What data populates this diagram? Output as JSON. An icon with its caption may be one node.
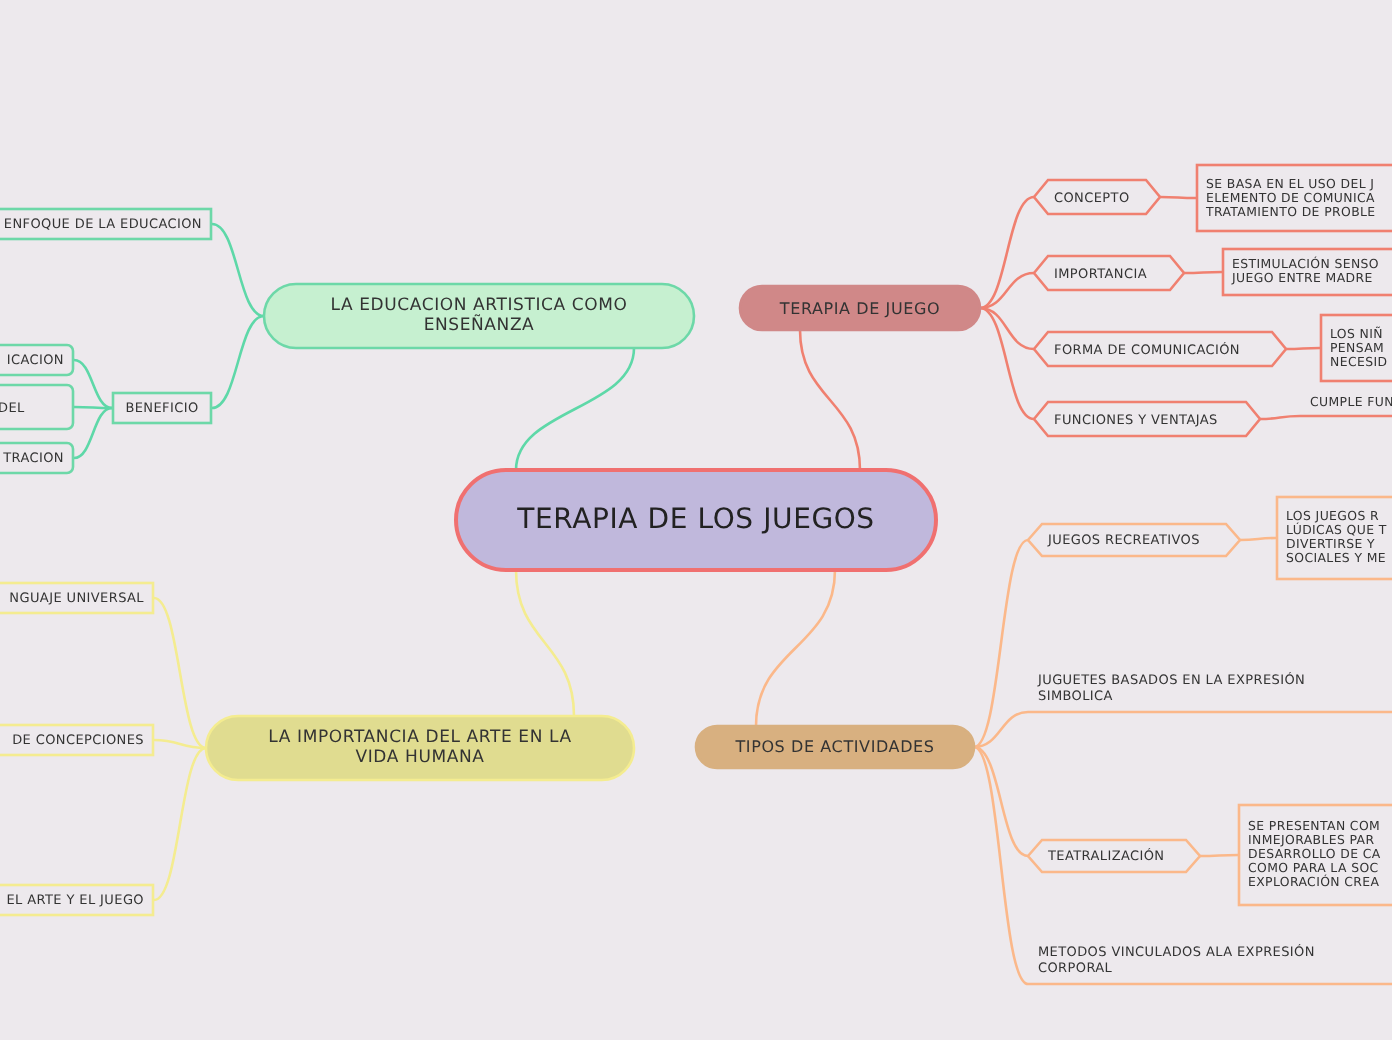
{
  "diagram": {
    "nodes": [
      {
        "text": [
          "TERAPIA DE LOS JUEGOS"
        ]
      },
      {
        "text": [
          "LA EDUCACION ARTISTICA COMO ENSEÑANZA"
        ]
      },
      {
        "text": [
          "ENFOQUE DE LA EDUCACION"
        ]
      },
      {
        "text": [
          "BENEFICIO"
        ]
      },
      {
        "text": [
          "ICACION"
        ]
      },
      {
        "text": [
          "DEL"
        ]
      },
      {
        "text": [
          "TRACION"
        ]
      },
      {
        "text": [
          "TERAPIA DE JUEGO"
        ]
      },
      {
        "text": [
          "CONCEPTO"
        ]
      },
      {
        "text": [
          "SE BASA EN EL USO DEL J ELEMENTO DE COMUNICA TRATAMIENTO DE PROBLE"
        ]
      },
      {
        "text": [
          "IMPORTANCIA"
        ]
      },
      {
        "text": [
          "ESTIMULACIÓN SENSO JUEGO ENTRE MADRE"
        ]
      },
      {
        "text": [
          "FORMA DE COMUNICACIÓN"
        ]
      },
      {
        "text": [
          "LOS NIÑ PENSAM NECESID"
        ]
      },
      {
        "text": [
          "FUNCIONES Y VENTAJAS"
        ]
      },
      {
        "text": [
          "CUMPLE FUN"
        ]
      },
      {
        "text": [
          "LA IMPORTANCIA DEL ARTE EN LA VIDA HUMANA"
        ]
      },
      {
        "text": [
          "NGUAJE UNIVERSAL"
        ]
      },
      {
        "text": [
          "DE CONCEPCIONES"
        ]
      },
      {
        "text": [
          "EL ARTE Y EL JUEGO"
        ]
      },
      {
        "text": [
          "TIPOS DE ACTIVIDADES"
        ]
      },
      {
        "text": [
          "JUEGOS RECREATIVOS"
        ]
      },
      {
        "text": [
          "LOS JUEGOS R LÚDICAS QUE T DIVERTIRSE Y SOCIALES Y ME"
        ]
      },
      {
        "text": [
          "JUGUETES BASADOS EN LA EXPRESIÓN SIMBOLICA"
        ]
      },
      {
        "text": [
          "TEATRALIZACIÓN"
        ]
      },
      {
        "text": [
          "SE PRESENTAN COM INMEJORABLES PAR DESARROLLO DE CA COMO PARA LA SOC EXPLORACIÓN CREA"
        ]
      },
      {
        "text": [
          "METODOS VINCULADOS ALA EXPRESIÓN CORPORAL"
        ]
      }
    ],
    "edges": [
      {
        "from": 0,
        "to": 1,
        "arrow": "none",
        "color": "#5ed8a8"
      },
      {
        "from": 1,
        "to": 2,
        "arrow": "none",
        "color": "#5ed8a8"
      },
      {
        "from": 1,
        "to": 3,
        "arrow": "none",
        "color": "#5ed8a8"
      },
      {
        "from": 3,
        "to": 4,
        "arrow": "none",
        "color": "#5ed8a8"
      },
      {
        "from": 3,
        "to": 5,
        "arrow": "none",
        "color": "#5ed8a8"
      },
      {
        "from": 3,
        "to": 6,
        "arrow": "none",
        "color": "#5ed8a8"
      },
      {
        "from": 0,
        "to": 7,
        "arrow": "none"
      },
      {
        "from": 7,
        "to": 8,
        "arrow": "none"
      },
      {
        "from": 8,
        "to": 9,
        "arrow": "none"
      },
      {
        "from": 7,
        "to": 10,
        "arrow": "none"
      },
      {
        "from": 10,
        "to": 11,
        "arrow": "none"
      },
      {
        "from": 7,
        "to": 12,
        "arrow": "none"
      },
      {
        "from": 12,
        "to": 13,
        "arrow": "none"
      },
      {
        "from": 7,
        "to": 14,
        "arrow": "none"
      },
      {
        "from": 14,
        "to": 15,
        "arrow": "none"
      },
      {
        "from": 0,
        "to": 16,
        "arrow": "none",
        "color": "#f4ec90"
      },
      {
        "from": 16,
        "to": 17,
        "arrow": "none",
        "color": "#f4ec90"
      },
      {
        "from": 16,
        "to": 18,
        "arrow": "none",
        "color": "#f4ec90"
      },
      {
        "from": 16,
        "to": 19,
        "arrow": "none",
        "color": "#f4ec90"
      },
      {
        "from": 0,
        "to": 20,
        "arrow": "none",
        "color": "#fbb88a"
      },
      {
        "from": 20,
        "to": 21,
        "arrow": "none",
        "color": "#fbb88a"
      },
      {
        "from": 21,
        "to": 22,
        "arrow": "none",
        "color": "#fbb88a"
      },
      {
        "from": 20,
        "to": 23,
        "arrow": "none",
        "color": "#fbb88a"
      },
      {
        "from": 20,
        "to": 24,
        "arrow": "none",
        "color": "#fbb88a"
      },
      {
        "from": 24,
        "to": 25,
        "arrow": "none",
        "color": "#fbb88a"
      },
      {
        "from": 20,
        "to": 26,
        "arrow": "none",
        "color": "#fbb88a"
      }
    ]
  }
}
